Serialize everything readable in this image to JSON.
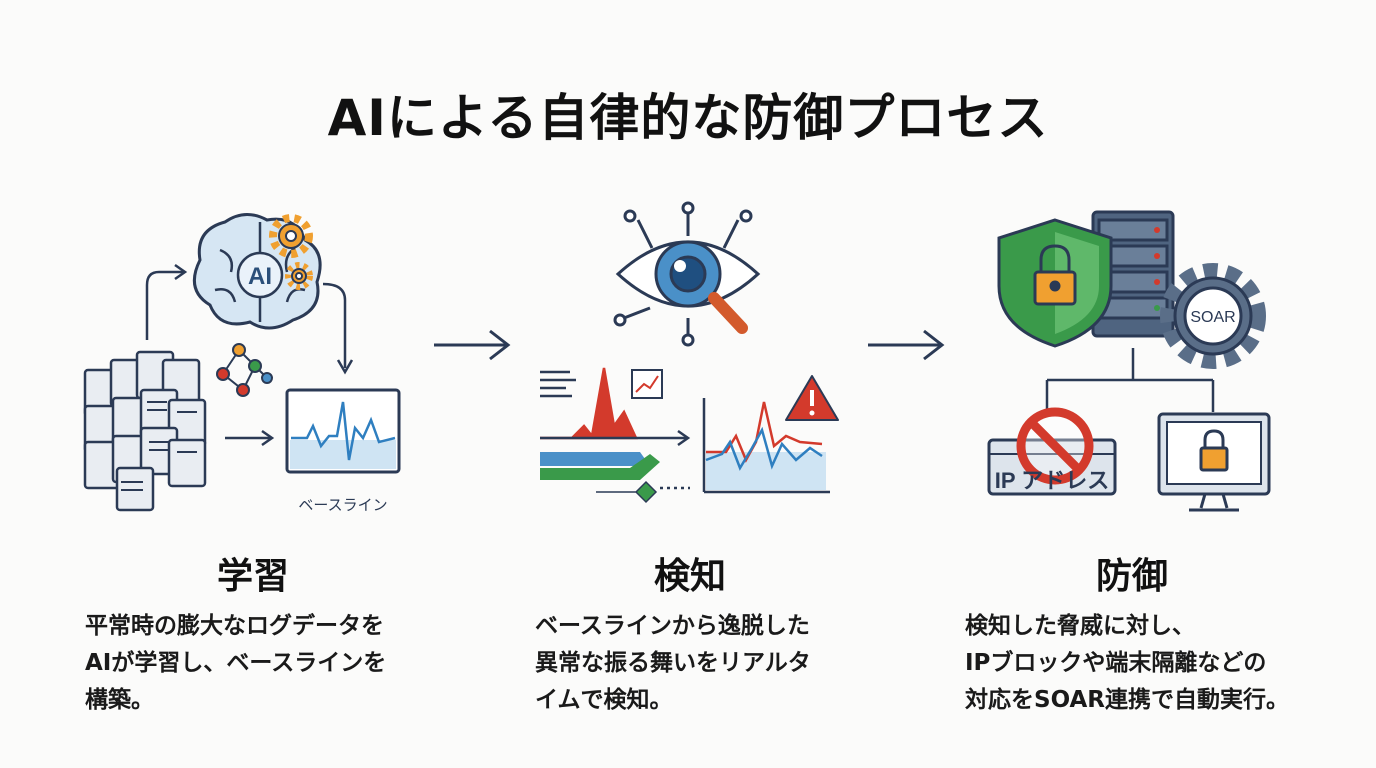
{
  "title": "AIによる自律的な防御プロセス",
  "steps": [
    {
      "title": "学習",
      "desc": [
        "平常時の膨大なログデータを",
        "AIが学習し、ベースラインを",
        "構築。"
      ],
      "brain_label": "AI",
      "baseline_label": "ベースライン"
    },
    {
      "title": "検知",
      "desc": [
        "ベースラインから逸脱した",
        "異常な振る舞いをリアルタ",
        "イムで検知。"
      ]
    },
    {
      "title": "防御",
      "desc": [
        "検知した脅威に対し、",
        "IPブロックや端末隔離などの",
        "対応をSOAR連携で自動実行。"
      ],
      "soar_label": "SOAR",
      "ip_label": "IP アドレス"
    }
  ],
  "colors": {
    "navy": "#2b3a55",
    "blue": "#4a90c8",
    "light_blue": "#cfe4f3",
    "red": "#d33a2c",
    "green": "#3a9a4a",
    "orange": "#f0a030",
    "gray": "#cfd6de"
  }
}
